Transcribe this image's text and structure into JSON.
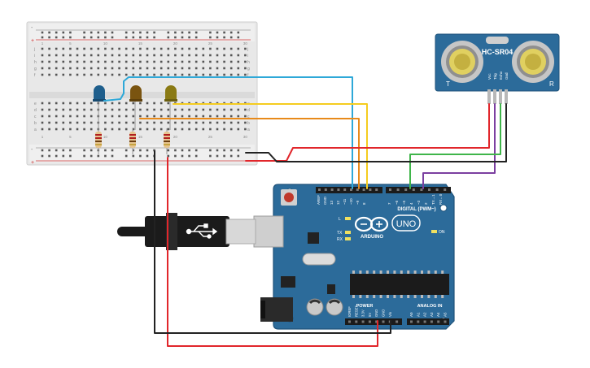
{
  "sensor": {
    "model": "HC-SR04",
    "corner_left": "T",
    "corner_right": "R",
    "pins": [
      "Vcc",
      "Trig",
      "Echo",
      "Gnd"
    ]
  },
  "board": {
    "name": "ARDUINO",
    "model": "UNO",
    "digital_label": "DIGITAL (PWM~)",
    "power_label": "POWER",
    "analog_label": "ANALOG IN",
    "on_label": "ON",
    "led_l": "L",
    "led_tx": "TX",
    "led_rx": "RX",
    "digital_pins": [
      "AREF",
      "GND",
      "13",
      "12",
      "~11",
      "~10",
      "~9",
      "8",
      "7",
      "~6",
      "~5",
      "4",
      "~3",
      "2",
      "TX→1",
      "RX←0"
    ],
    "power_pins": [
      "IOREF",
      "RESET",
      "3.3V",
      "5V",
      "GND",
      "GND",
      "Vin"
    ],
    "analog_pins": [
      "A0",
      "A1",
      "A2",
      "A3",
      "A4",
      "A5"
    ]
  },
  "breadboard": {
    "row_letters_top": [
      "j",
      "i",
      "h",
      "g",
      "f"
    ],
    "row_letters_bottom": [
      "e",
      "d",
      "c",
      "b",
      "a"
    ],
    "column_numbers": [
      "1",
      "5",
      "10",
      "15",
      "20",
      "25",
      "30"
    ],
    "rail_plus": "+",
    "rail_minus": "-"
  },
  "colors": {
    "board": "#2c6b9a",
    "board_dark": "#1f5279",
    "breadboard": "#e8e8e8",
    "wire_red": "#e1262b",
    "wire_black": "#222222",
    "wire_blue": "#2ea8d8",
    "wire_yellow": "#f5cc1f",
    "wire_orange": "#e88a1a",
    "wire_green": "#3fb54a",
    "wire_purple": "#7b3fa0",
    "led_blue": "#1e5e8c",
    "led_brown": "#7a5410",
    "led_yellow": "#8a7a14"
  }
}
